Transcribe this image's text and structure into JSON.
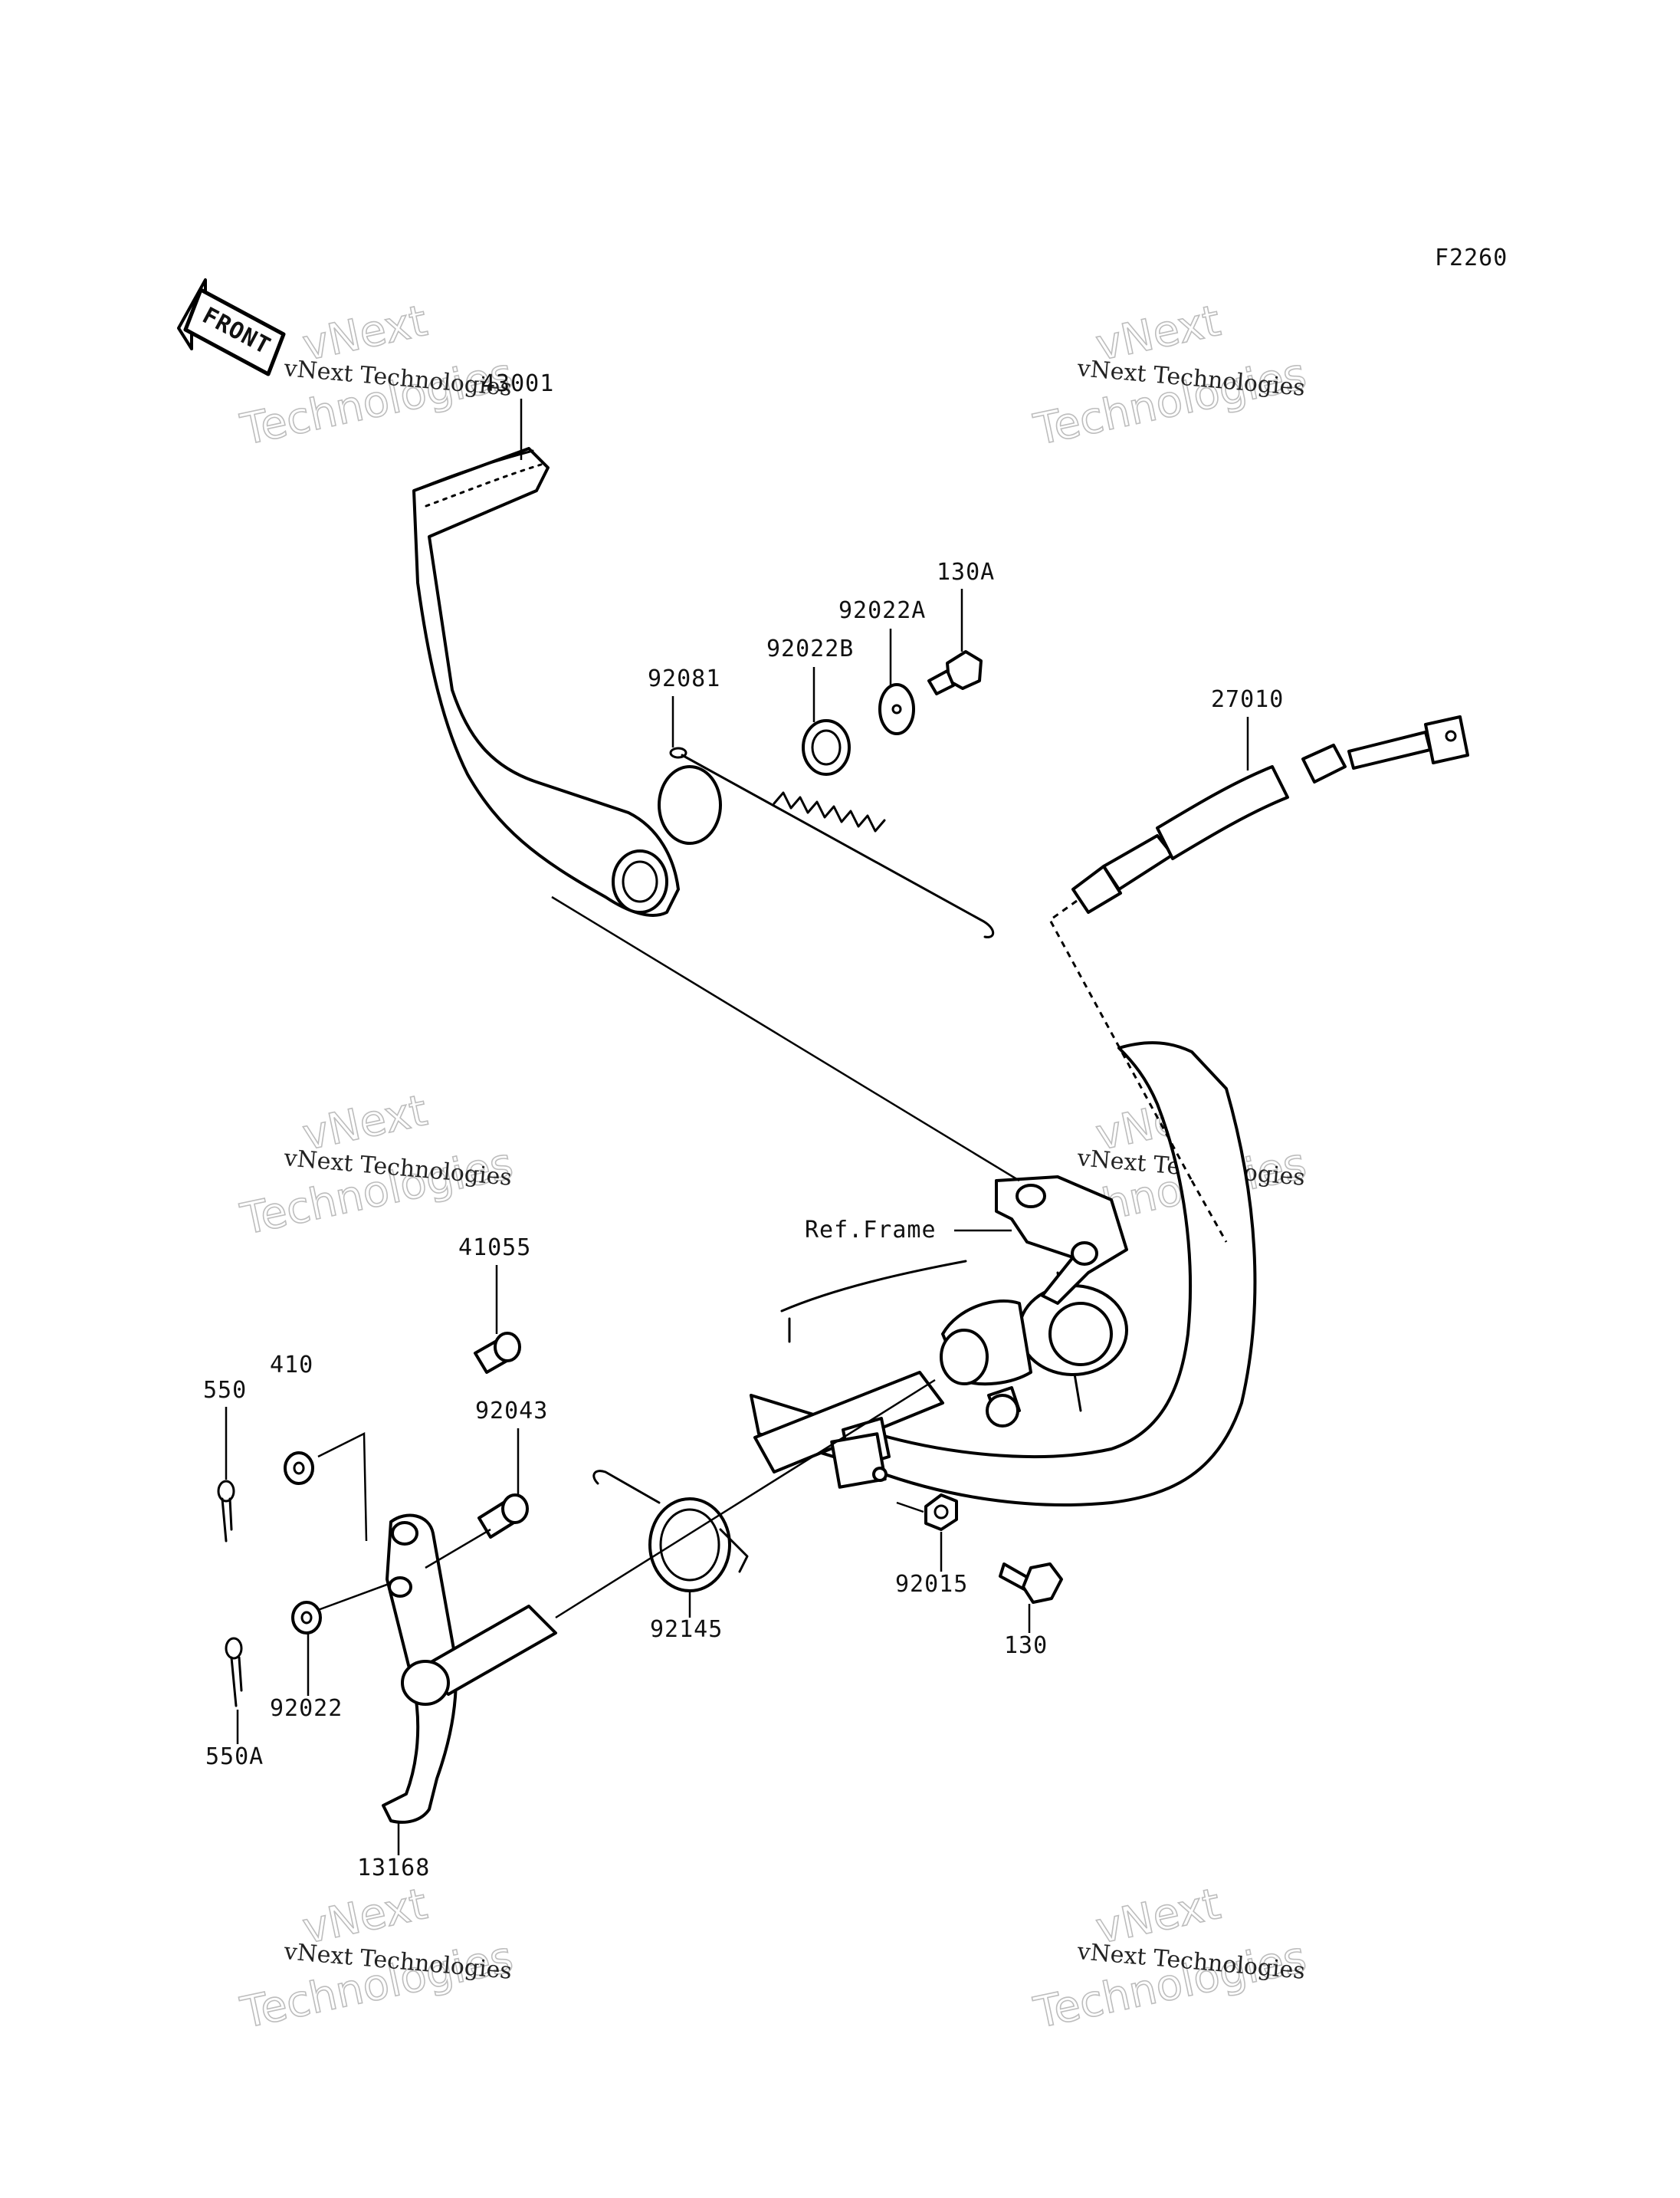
{
  "figure_code": "F2260",
  "front_badge": "FRONT",
  "reference": "Ref.Frame",
  "watermark": {
    "line": "vNext Technologies",
    "big_top": "vNext",
    "big_bottom": "Technologies"
  },
  "parts": [
    {
      "id": "43001"
    },
    {
      "id": "130A"
    },
    {
      "id": "92022A"
    },
    {
      "id": "92022B"
    },
    {
      "id": "92081"
    },
    {
      "id": "27010"
    },
    {
      "id": "41055"
    },
    {
      "id": "410"
    },
    {
      "id": "550"
    },
    {
      "id": "92043"
    },
    {
      "id": "92145"
    },
    {
      "id": "92015"
    },
    {
      "id": "130"
    },
    {
      "id": "92022"
    },
    {
      "id": "550A"
    },
    {
      "id": "13168"
    }
  ]
}
